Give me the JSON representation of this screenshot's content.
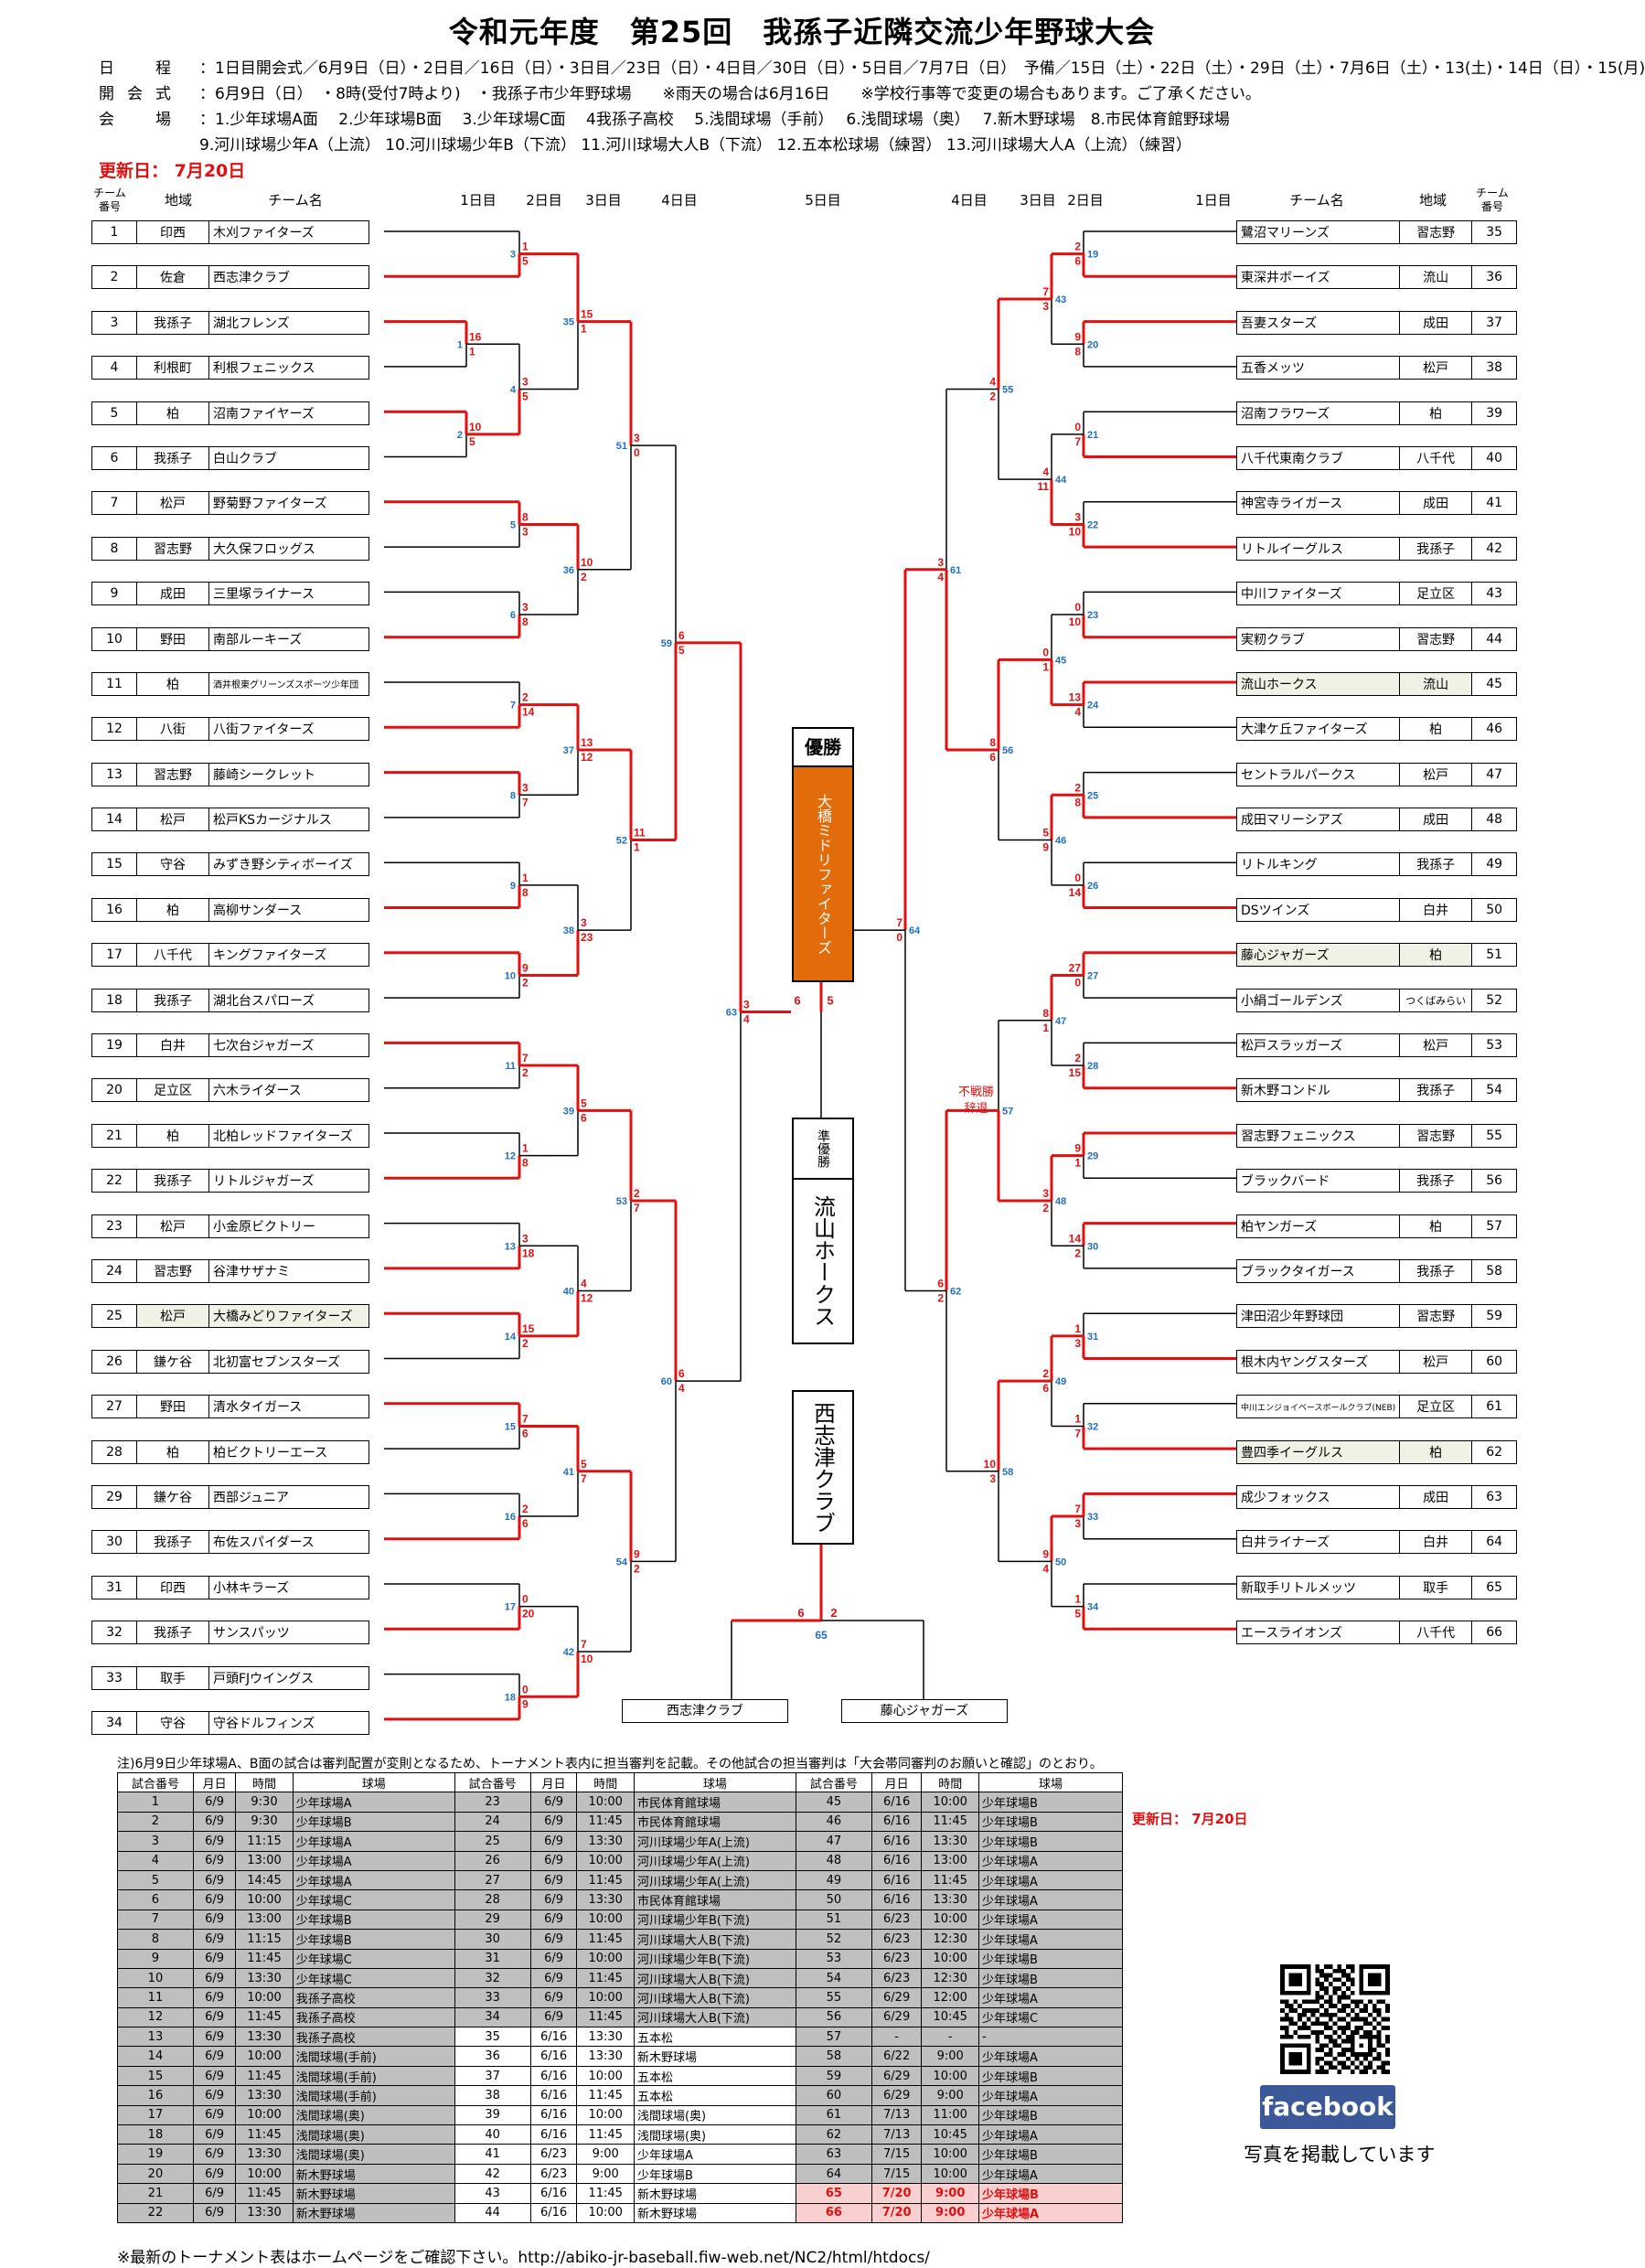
{
  "title": "令和元年度　第25回　我孫子近隣交流少年野球大会",
  "info": {
    "schedule_label": "日　程",
    "schedule": "：1日目開会式／6月9日（日）・2日目／16日（日）・3日目／23日（日）・4日目／30日（日）・5日目／7月7日（日）　予備／15日（土）・22日（土）・29日（土）・7月6日（土）・13(土)・14日（日）・15(月)",
    "opening_label": "開会式",
    "opening": "：6月9日（日）　・8時(受付7時より)　・我孫子市少年野球場　　※雨天の場合は6月16日　　※学校行事等で変更の場合もあります。ご了承ください。",
    "venue_label": "会　場",
    "venue1": "：1.少年球場A面　 2.少年球場B面　 3.少年球場C面　 4我孫子高校　 5.浅間球場（手前）　 6.浅間球場（奥）　 7.新木野球場　8.市民体育館野球場",
    "venue2": "9.河川球場少年A（上流） 10.河川球場少年B（下流） 11.河川球場大人B（下流） 12.五本松球場（練習） 13.河川球場大人A（上流）（練習）"
  },
  "updated": "更新日：  7月20日",
  "headers": {
    "team_no": "チーム番号",
    "region": "地域",
    "team_name": "チーム名",
    "day1": "1日目",
    "day2": "2日目",
    "day3": "3日目",
    "day4": "4日目",
    "day5": "5日目"
  },
  "left_teams": [
    {
      "no": "1",
      "region": "印西",
      "name": "木刈ファイターズ"
    },
    {
      "no": "2",
      "region": "佐倉",
      "name": "西志津クラブ"
    },
    {
      "no": "3",
      "region": "我孫子",
      "name": "湖北フレンズ"
    },
    {
      "no": "4",
      "region": "利根町",
      "name": "利根フェニックス"
    },
    {
      "no": "5",
      "region": "柏",
      "name": "沼南ファイヤーズ"
    },
    {
      "no": "6",
      "region": "我孫子",
      "name": "白山クラブ"
    },
    {
      "no": "7",
      "region": "松戸",
      "name": "野菊野ファイターズ"
    },
    {
      "no": "8",
      "region": "習志野",
      "name": "大久保フロッグス"
    },
    {
      "no": "9",
      "region": "成田",
      "name": "三里塚ライナース"
    },
    {
      "no": "10",
      "region": "野田",
      "name": "南部ルーキーズ"
    },
    {
      "no": "11",
      "region": "柏",
      "name": "酒井根東グリーンズスポーツ少年団"
    },
    {
      "no": "12",
      "region": "八街",
      "name": "八街ファイターズ"
    },
    {
      "no": "13",
      "region": "習志野",
      "name": "藤崎シークレット"
    },
    {
      "no": "14",
      "region": "松戸",
      "name": "松戸KSカージナルス"
    },
    {
      "no": "15",
      "region": "守谷",
      "name": "みずき野シティボーイズ"
    },
    {
      "no": "16",
      "region": "柏",
      "name": "高柳サンダース"
    },
    {
      "no": "17",
      "region": "八千代",
      "name": "キングファイターズ"
    },
    {
      "no": "18",
      "region": "我孫子",
      "name": "湖北台スパローズ"
    },
    {
      "no": "19",
      "region": "白井",
      "name": "七次台ジャガーズ"
    },
    {
      "no": "20",
      "region": "足立区",
      "name": "六木ライダース"
    },
    {
      "no": "21",
      "region": "柏",
      "name": "北柏レッドファイターズ"
    },
    {
      "no": "22",
      "region": "我孫子",
      "name": "リトルジャガーズ"
    },
    {
      "no": "23",
      "region": "松戸",
      "name": "小金原ビクトリー"
    },
    {
      "no": "24",
      "region": "習志野",
      "name": "谷津サザナミ"
    },
    {
      "no": "25",
      "region": "松戸",
      "name": "大橋みどりファイターズ"
    },
    {
      "no": "26",
      "region": "鎌ケ谷",
      "name": "北初富セブンスターズ"
    },
    {
      "no": "27",
      "region": "野田",
      "name": "清水タイガース"
    },
    {
      "no": "28",
      "region": "柏",
      "name": "柏ビクトリーエース"
    },
    {
      "no": "29",
      "region": "鎌ケ谷",
      "name": "西部ジュニア"
    },
    {
      "no": "30",
      "region": "我孫子",
      "name": "布佐スパイダース"
    },
    {
      "no": "31",
      "region": "印西",
      "name": "小林キラーズ"
    },
    {
      "no": "32",
      "region": "我孫子",
      "name": "サンスパッツ"
    },
    {
      "no": "33",
      "region": "取手",
      "name": "戸頭FJウイングス"
    },
    {
      "no": "34",
      "region": "守谷",
      "name": "守谷ドルフィンズ"
    }
  ],
  "right_teams": [
    {
      "no": "35",
      "region": "習志野",
      "name": "鷺沼マリーンズ"
    },
    {
      "no": "36",
      "region": "流山",
      "name": "東深井ボーイズ"
    },
    {
      "no": "37",
      "region": "成田",
      "name": "吾妻スターズ"
    },
    {
      "no": "38",
      "region": "松戸",
      "name": "五香メッツ"
    },
    {
      "no": "39",
      "region": "柏",
      "name": "沼南フラワーズ"
    },
    {
      "no": "40",
      "region": "八千代",
      "name": "八千代東南クラブ"
    },
    {
      "no": "41",
      "region": "成田",
      "name": "神宮寺ライガース"
    },
    {
      "no": "42",
      "region": "我孫子",
      "name": "リトルイーグルス"
    },
    {
      "no": "43",
      "region": "足立区",
      "name": "中川ファイターズ"
    },
    {
      "no": "44",
      "region": "習志野",
      "name": "実籾クラブ"
    },
    {
      "no": "45",
      "region": "流山",
      "name": "流山ホークス"
    },
    {
      "no": "46",
      "region": "柏",
      "name": "大津ケ丘ファイターズ"
    },
    {
      "no": "47",
      "region": "松戸",
      "name": "セントラルパークス"
    },
    {
      "no": "48",
      "region": "成田",
      "name": "成田マリーシアズ"
    },
    {
      "no": "49",
      "region": "我孫子",
      "name": "リトルキング"
    },
    {
      "no": "50",
      "region": "白井",
      "name": "DSツインズ"
    },
    {
      "no": "51",
      "region": "柏",
      "name": "藤心ジャガーズ"
    },
    {
      "no": "52",
      "region": "つくばみらい",
      "name": "小絹ゴールデンズ"
    },
    {
      "no": "53",
      "region": "松戸",
      "name": "松戸スラッガーズ"
    },
    {
      "no": "54",
      "region": "我孫子",
      "name": "新木野コンドル"
    },
    {
      "no": "55",
      "region": "習志野",
      "name": "習志野フェニックス"
    },
    {
      "no": "56",
      "region": "我孫子",
      "name": "ブラックバード"
    },
    {
      "no": "57",
      "region": "柏",
      "name": "柏ヤンガーズ"
    },
    {
      "no": "58",
      "region": "我孫子",
      "name": "ブラックタイガース"
    },
    {
      "no": "59",
      "region": "習志野",
      "name": "津田沼少年野球団"
    },
    {
      "no": "60",
      "region": "松戸",
      "name": "根木内ヤングスターズ"
    },
    {
      "no": "61",
      "region": "足立区",
      "name": "中川エンジョイベースボールクラブ(NEB)"
    },
    {
      "no": "62",
      "region": "柏",
      "name": "豊四季イーグルス"
    },
    {
      "no": "63",
      "region": "成田",
      "name": "成少フォックス"
    },
    {
      "no": "64",
      "region": "白井",
      "name": "白井ライナーズ"
    },
    {
      "no": "65",
      "region": "取手",
      "name": "新取手リトルメッツ"
    },
    {
      "no": "66",
      "region": "八千代",
      "name": "エースライオンズ"
    }
  ],
  "champion": {
    "label": "優勝",
    "name": "大橋ミドリファイターズ"
  },
  "runner_up": {
    "label": "準優勝",
    "name": "流山ホークス"
  },
  "third": {
    "name": "西志津クラブ"
  },
  "final_teams": {
    "left": "西志津クラブ",
    "right": "藤心ジャガーズ"
  },
  "forfeit_note": "不戦勝\n辞退",
  "schedule_note": "注)6月9日少年球場A、B面の試合は審判配置が変則となるため、トーナメント表内に担当審判を記載。その他試合の担当審判は「大会帯同審判のお願いと確認」のとおり。",
  "schedule_updated": "更新日：  7月20日",
  "schedule_headers": [
    "試合番号",
    "月日",
    "時間",
    "球場"
  ],
  "schedule_col1": [
    [
      "1",
      "6/9",
      "9:30",
      "少年球場A"
    ],
    [
      "2",
      "6/9",
      "9:30",
      "少年球場B"
    ],
    [
      "3",
      "6/9",
      "11:15",
      "少年球場A"
    ],
    [
      "4",
      "6/9",
      "13:00",
      "少年球場A"
    ],
    [
      "5",
      "6/9",
      "14:45",
      "少年球場A"
    ],
    [
      "6",
      "6/9",
      "10:00",
      "少年球場C"
    ],
    [
      "7",
      "6/9",
      "13:00",
      "少年球場B"
    ],
    [
      "8",
      "6/9",
      "11:15",
      "少年球場B"
    ],
    [
      "9",
      "6/9",
      "11:45",
      "少年球場C"
    ],
    [
      "10",
      "6/9",
      "13:30",
      "少年球場C"
    ],
    [
      "11",
      "6/9",
      "10:00",
      "我孫子高校"
    ],
    [
      "12",
      "6/9",
      "11:45",
      "我孫子高校"
    ],
    [
      "13",
      "6/9",
      "13:30",
      "我孫子高校"
    ],
    [
      "14",
      "6/9",
      "10:00",
      "浅間球場(手前)"
    ],
    [
      "15",
      "6/9",
      "11:45",
      "浅間球場(手前)"
    ],
    [
      "16",
      "6/9",
      "13:30",
      "浅間球場(手前)"
    ],
    [
      "17",
      "6/9",
      "10:00",
      "浅間球場(奥)"
    ],
    [
      "18",
      "6/9",
      "11:45",
      "浅間球場(奥)"
    ],
    [
      "19",
      "6/9",
      "13:30",
      "浅間球場(奥)"
    ],
    [
      "20",
      "6/9",
      "10:00",
      "新木野球場"
    ],
    [
      "21",
      "6/9",
      "11:45",
      "新木野球場"
    ],
    [
      "22",
      "6/9",
      "13:30",
      "新木野球場"
    ]
  ],
  "schedule_col2": [
    [
      "23",
      "6/9",
      "10:00",
      "市民体育館球場"
    ],
    [
      "24",
      "6/9",
      "11:45",
      "市民体育館球場"
    ],
    [
      "25",
      "6/9",
      "13:30",
      "河川球場少年A(上流)"
    ],
    [
      "26",
      "6/9",
      "10:00",
      "河川球場少年A(上流)"
    ],
    [
      "27",
      "6/9",
      "11:45",
      "河川球場少年A(上流)"
    ],
    [
      "28",
      "6/9",
      "13:30",
      "市民体育館球場"
    ],
    [
      "29",
      "6/9",
      "10:00",
      "河川球場少年B(下流)"
    ],
    [
      "30",
      "6/9",
      "11:45",
      "河川球場大人B(下流)"
    ],
    [
      "31",
      "6/9",
      "10:00",
      "河川球場少年B(下流)"
    ],
    [
      "32",
      "6/9",
      "11:45",
      "河川球場大人B(下流)"
    ],
    [
      "33",
      "6/9",
      "10:00",
      "河川球場大人B(下流)"
    ],
    [
      "34",
      "6/9",
      "11:45",
      "河川球場大人B(下流)"
    ],
    [
      "35",
      "6/16",
      "13:30",
      "五本松"
    ],
    [
      "36",
      "6/16",
      "13:30",
      "新木野球場"
    ],
    [
      "37",
      "6/16",
      "10:00",
      "五本松"
    ],
    [
      "38",
      "6/16",
      "11:45",
      "五本松"
    ],
    [
      "39",
      "6/16",
      "10:00",
      "浅間球場(奥)"
    ],
    [
      "40",
      "6/16",
      "11:45",
      "浅間球場(奥)"
    ],
    [
      "41",
      "6/23",
      "9:00",
      "少年球場A"
    ],
    [
      "42",
      "6/23",
      "9:00",
      "少年球場B"
    ],
    [
      "43",
      "6/16",
      "11:45",
      "新木野球場"
    ],
    [
      "44",
      "6/16",
      "10:00",
      "新木野球場"
    ]
  ],
  "schedule_col3": [
    [
      "45",
      "6/16",
      "10:00",
      "少年球場B"
    ],
    [
      "46",
      "6/16",
      "11:45",
      "少年球場B"
    ],
    [
      "47",
      "6/16",
      "13:30",
      "少年球場B"
    ],
    [
      "48",
      "6/16",
      "13:00",
      "少年球場A"
    ],
    [
      "49",
      "6/16",
      "11:45",
      "少年球場A"
    ],
    [
      "50",
      "6/16",
      "13:30",
      "少年球場A"
    ],
    [
      "51",
      "6/23",
      "10:00",
      "少年球場A"
    ],
    [
      "52",
      "6/23",
      "12:30",
      "少年球場A"
    ],
    [
      "53",
      "6/23",
      "10:00",
      "少年球場B"
    ],
    [
      "54",
      "6/23",
      "12:30",
      "少年球場B"
    ],
    [
      "55",
      "6/29",
      "12:00",
      "少年球場A"
    ],
    [
      "56",
      "6/29",
      "10:45",
      "少年球場C"
    ],
    [
      "57",
      "-",
      "-",
      "-"
    ],
    [
      "58",
      "6/22",
      "9:00",
      "少年球場A"
    ],
    [
      "59",
      "6/29",
      "10:00",
      "少年球場B"
    ],
    [
      "60",
      "6/29",
      "9:00",
      "少年球場A"
    ],
    [
      "61",
      "7/13",
      "11:00",
      "少年球場B"
    ],
    [
      "62",
      "7/13",
      "10:45",
      "少年球場A"
    ],
    [
      "63",
      "7/15",
      "10:00",
      "少年球場B"
    ],
    [
      "64",
      "7/15",
      "10:00",
      "少年球場A"
    ],
    [
      "65",
      "7/20",
      "9:00",
      "少年球場B"
    ],
    [
      "66",
      "7/20",
      "9:00",
      "少年球場A"
    ]
  ],
  "fb_label": "facebook",
  "fb_caption": "写真を掲載しています",
  "footer": "※最新のトーナメント表はホームページをご確認下さい。http://abiko-jr-baseball.fiw-web.net/NC2/html/htdocs/",
  "colors": {
    "winner": "#e01010",
    "loser": "#000000",
    "game_no": "#1f6fc0",
    "champion_bg": "#e36c0a",
    "highlight_row": "#f8d0d0"
  }
}
